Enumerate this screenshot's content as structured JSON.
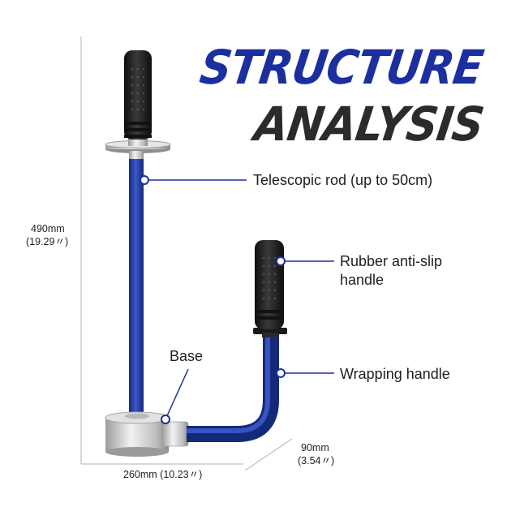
{
  "title": {
    "line1": "STRUCTURE",
    "line2": "ANALYSIS"
  },
  "labels": {
    "telescopic_rod": "Telescopic rod (up to 50cm)",
    "rubber_handle_line1": "Rubber anti-slip",
    "rubber_handle_line2": "handle",
    "wrapping_handle": "Wrapping handle",
    "base": "Base"
  },
  "dimensions": {
    "height_mm": "490mm",
    "height_in": "(19.29〃)",
    "width_mm": "260mm (10.23〃)",
    "depth_mm": "90mm",
    "depth_in": "(3.54〃)"
  },
  "colors": {
    "accent_blue": "#1c2fa0",
    "rod_blue": "#1f3a9e",
    "rubber_black": "#1f1f1f",
    "metal_silver": "#c9c9c9",
    "dimension_gray": "#9a9a9a"
  }
}
